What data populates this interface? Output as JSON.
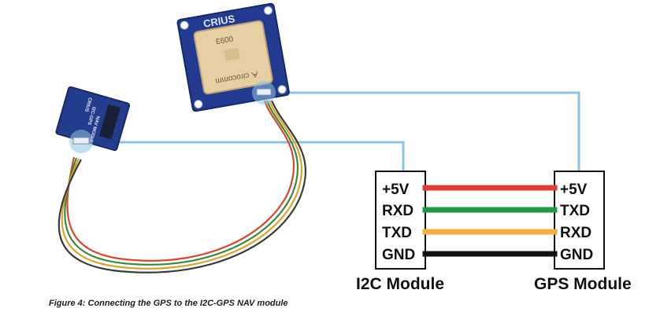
{
  "left_module": {
    "title": "I2C Module",
    "pins": [
      "+5V",
      "RXD",
      "TXD",
      "GND"
    ]
  },
  "right_module": {
    "title": "GPS Module",
    "pins": [
      "+5V",
      "TXD",
      "RXD",
      "GND"
    ]
  },
  "wires": [
    {
      "color": "#e53935"
    },
    {
      "color": "#1e9a40"
    },
    {
      "color": "#f2b03d"
    },
    {
      "color": "#111111"
    }
  ],
  "link_line_color": "#8cc4e4",
  "gps_board": {
    "brand": "CRIUS",
    "antenna_code": "0093",
    "antenna_maker": "ᗅ cirocomm"
  },
  "nav_board": {
    "label_line1": "CRIUS",
    "label_line2": "I2C-GPS",
    "label_line3": "NAV MODULE"
  },
  "caption": "Figure 4: Connecting the GPS to the I2C-GPS NAV module"
}
